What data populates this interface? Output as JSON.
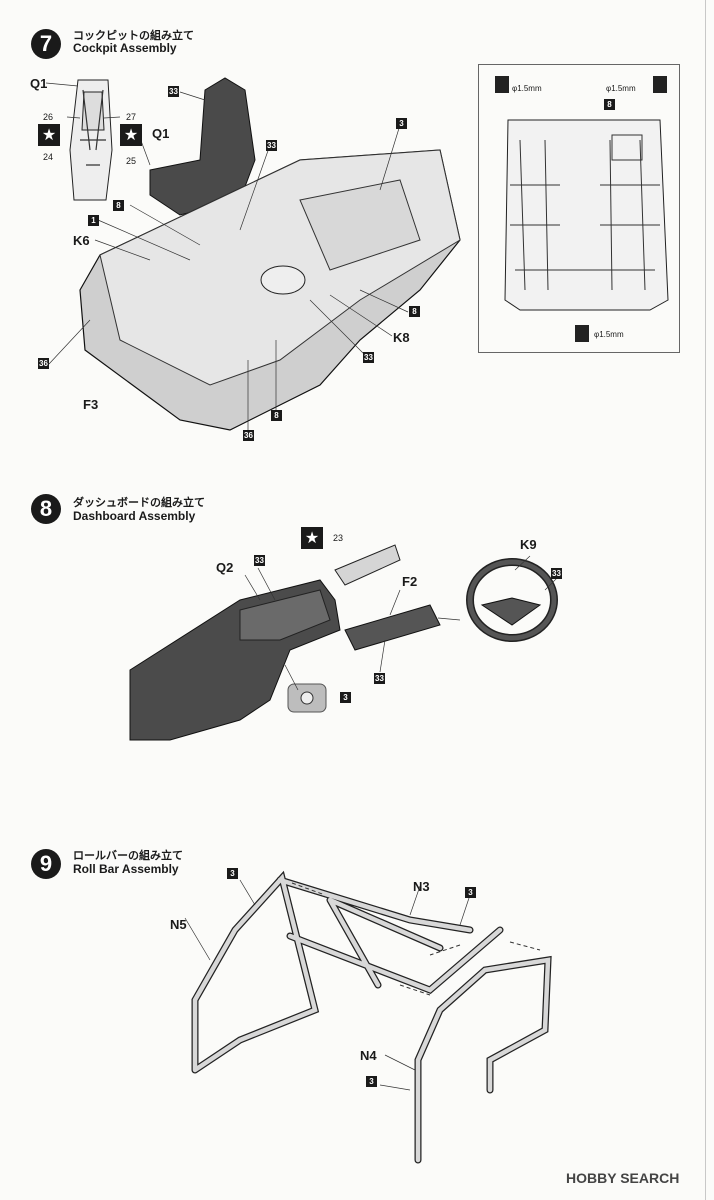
{
  "steps": [
    {
      "number": "7",
      "title_jp": "コックピットの組み立て",
      "title_en": "Cockpit Assembly"
    },
    {
      "number": "8",
      "title_jp": "ダッシュボードの組み立て",
      "title_en": "Dashboard Assembly"
    },
    {
      "number": "9",
      "title_jp": "ロールバーの組み立て",
      "title_en": "Roll Bar Assembly"
    }
  ],
  "step7": {
    "labels": {
      "q1_top": "Q1",
      "q1_seat": "Q1",
      "k6": "K6",
      "f3": "F3",
      "k8": "K8"
    },
    "part_numbers": {
      "p26": "26",
      "p27": "27",
      "p24": "24",
      "p25": "25"
    },
    "badges": {
      "b33a": "33",
      "b33b": "33",
      "b3": "3",
      "b8a": "8",
      "b1": "1",
      "b8b": "8",
      "b36a": "36",
      "b33c": "33",
      "b8c": "8",
      "b36b": "36",
      "b8inset": "8"
    },
    "star": "★",
    "inset_dims": {
      "d1": "φ1.5mm",
      "d2": "φ1.5mm",
      "d3": "φ1.5mm"
    }
  },
  "step8": {
    "labels": {
      "q2": "Q2",
      "f2": "F2",
      "k9": "K9"
    },
    "part_numbers": {
      "p23": "23"
    },
    "badges": {
      "b33a": "33",
      "b33b": "33",
      "b33c": "33",
      "b3": "3"
    },
    "star": "★"
  },
  "step9": {
    "labels": {
      "n5": "N5",
      "n3": "N3",
      "n4": "N4"
    },
    "badges": {
      "b3a": "3",
      "b3b": "3",
      "b3c": "3"
    }
  },
  "watermark": "HOBBY SEARCH"
}
